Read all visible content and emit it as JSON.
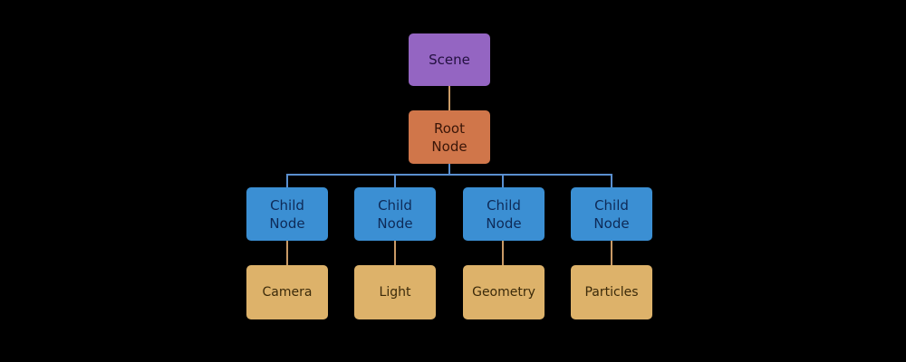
{
  "diagram": {
    "type": "tree",
    "colors": {
      "scene": "#9465c2",
      "root": "#d0764a",
      "child": "#3b8fd3",
      "leaf": "#ddb26a",
      "connector_tan": "#c99a66",
      "connector_blue": "#5a8fcf",
      "background": "#000000"
    },
    "scene": {
      "label": "Scene"
    },
    "root": {
      "label": "Root\nNode"
    },
    "children": [
      {
        "label": "Child\nNode",
        "leaf": "Camera"
      },
      {
        "label": "Child\nNode",
        "leaf": "Light"
      },
      {
        "label": "Child\nNode",
        "leaf": "Geometry"
      },
      {
        "label": "Child\nNode",
        "leaf": "Particles"
      }
    ],
    "edges": [
      [
        "Scene",
        "Root Node"
      ],
      [
        "Root Node",
        "Child Node 1"
      ],
      [
        "Root Node",
        "Child Node 2"
      ],
      [
        "Root Node",
        "Child Node 3"
      ],
      [
        "Root Node",
        "Child Node 4"
      ],
      [
        "Child Node 1",
        "Camera"
      ],
      [
        "Child Node 2",
        "Light"
      ],
      [
        "Child Node 3",
        "Geometry"
      ],
      [
        "Child Node 4",
        "Particles"
      ]
    ]
  }
}
